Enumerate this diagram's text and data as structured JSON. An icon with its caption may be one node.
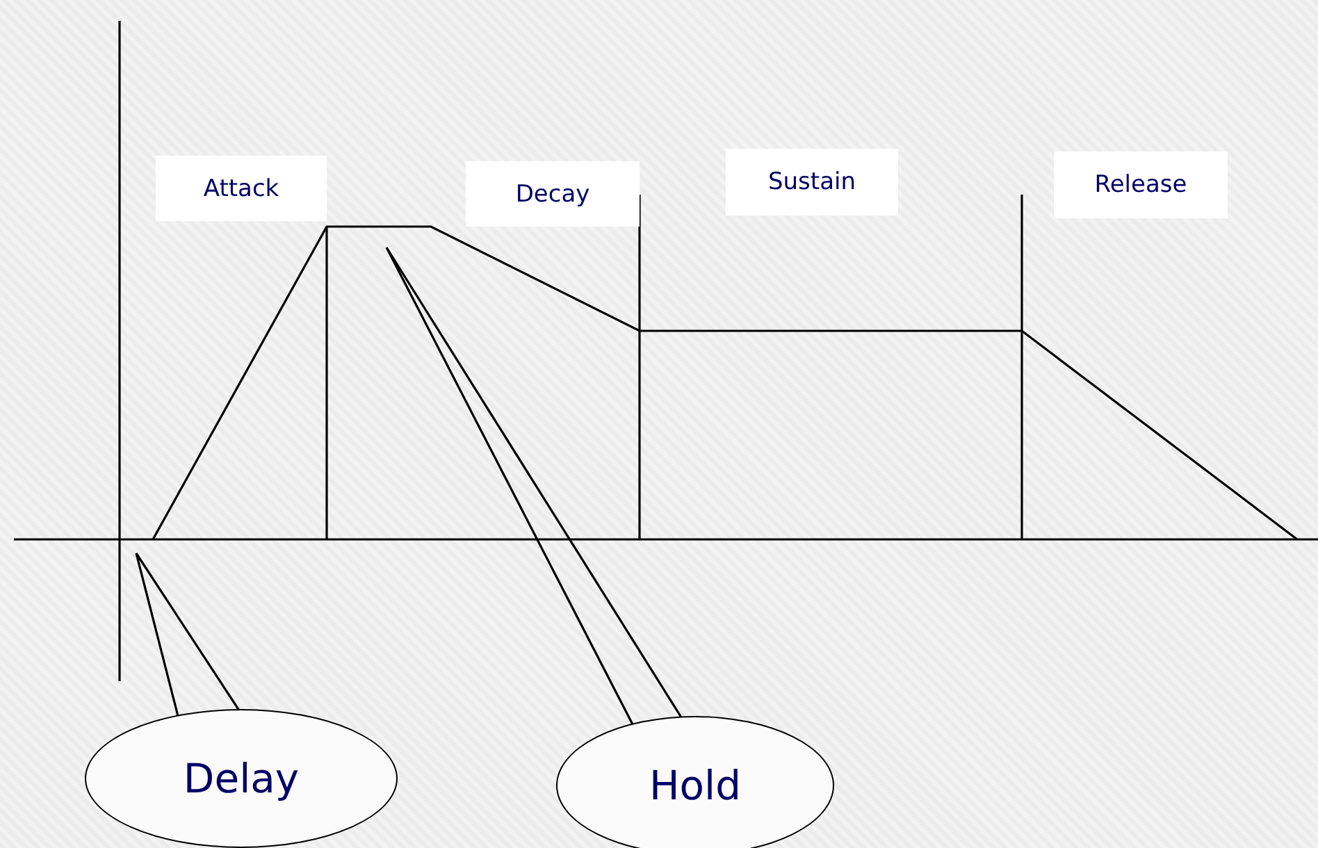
{
  "diagram": {
    "nodes": [
      {
        "text": [
          "Attack"
        ]
      },
      {
        "text": [
          "Decay"
        ]
      },
      {
        "text": [
          "Sustain"
        ]
      },
      {
        "text": [
          "Release"
        ]
      },
      {
        "text": [
          "Delay"
        ]
      },
      {
        "text": [
          "Hold"
        ]
      }
    ],
    "edges": [
      {
        "from": 4,
        "to": null,
        "arrow": "none"
      },
      {
        "from": 5,
        "to": null,
        "arrow": "none"
      }
    ]
  }
}
